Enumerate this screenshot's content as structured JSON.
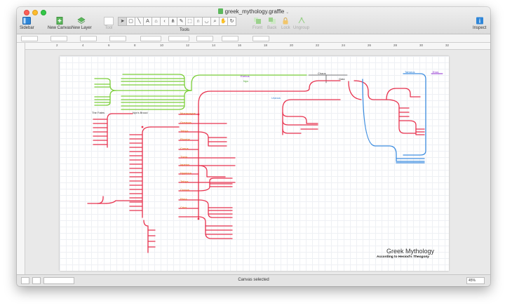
{
  "window": {
    "title": "greek_mythology.graffle"
  },
  "toolbar": {
    "sidebar": "Sidebar",
    "new_canvas": "New Canvas",
    "new_layer": "New Layer",
    "tool": "Tool",
    "tools": "Tools",
    "front": "Front",
    "back": "Back",
    "lock": "Lock",
    "ungroup": "Ungroup",
    "inspect": "Inspect"
  },
  "ruler": {
    "ticks": [
      "2",
      "4",
      "6",
      "8",
      "10",
      "12",
      "14",
      "16",
      "18",
      "20",
      "22",
      "24",
      "26",
      "28",
      "30",
      "32"
    ]
  },
  "diagram": {
    "title": "Greek Mythology",
    "subtitle_prefix": "According to Hesiod's",
    "subtitle_work": "Theogony",
    "top_labels": {
      "chaos": "Chaos",
      "gaia": "Gaia",
      "erebus": "Erebus",
      "nyx": "Nyx",
      "uranus": "Uranus",
      "tartarus": "Tartarus",
      "eros": "Eros",
      "the_fates": "The Fates",
      "nyx_2": "Nyx's Brood"
    },
    "titans": [
      "Mnemosyne",
      "Oceanus",
      "Tethys",
      "Phoebe",
      "Coeus",
      "Theia",
      "Iapetus",
      "Hyperion",
      "Tethys",
      "Cronus",
      "Rhea",
      "Crius"
    ]
  },
  "status": {
    "text": "Canvas selected",
    "zoom": "45%"
  },
  "colors": {
    "red": "#e8334f",
    "green": "#7ccf3a",
    "blue": "#3e8ee0",
    "orange": "#e06a0a"
  }
}
